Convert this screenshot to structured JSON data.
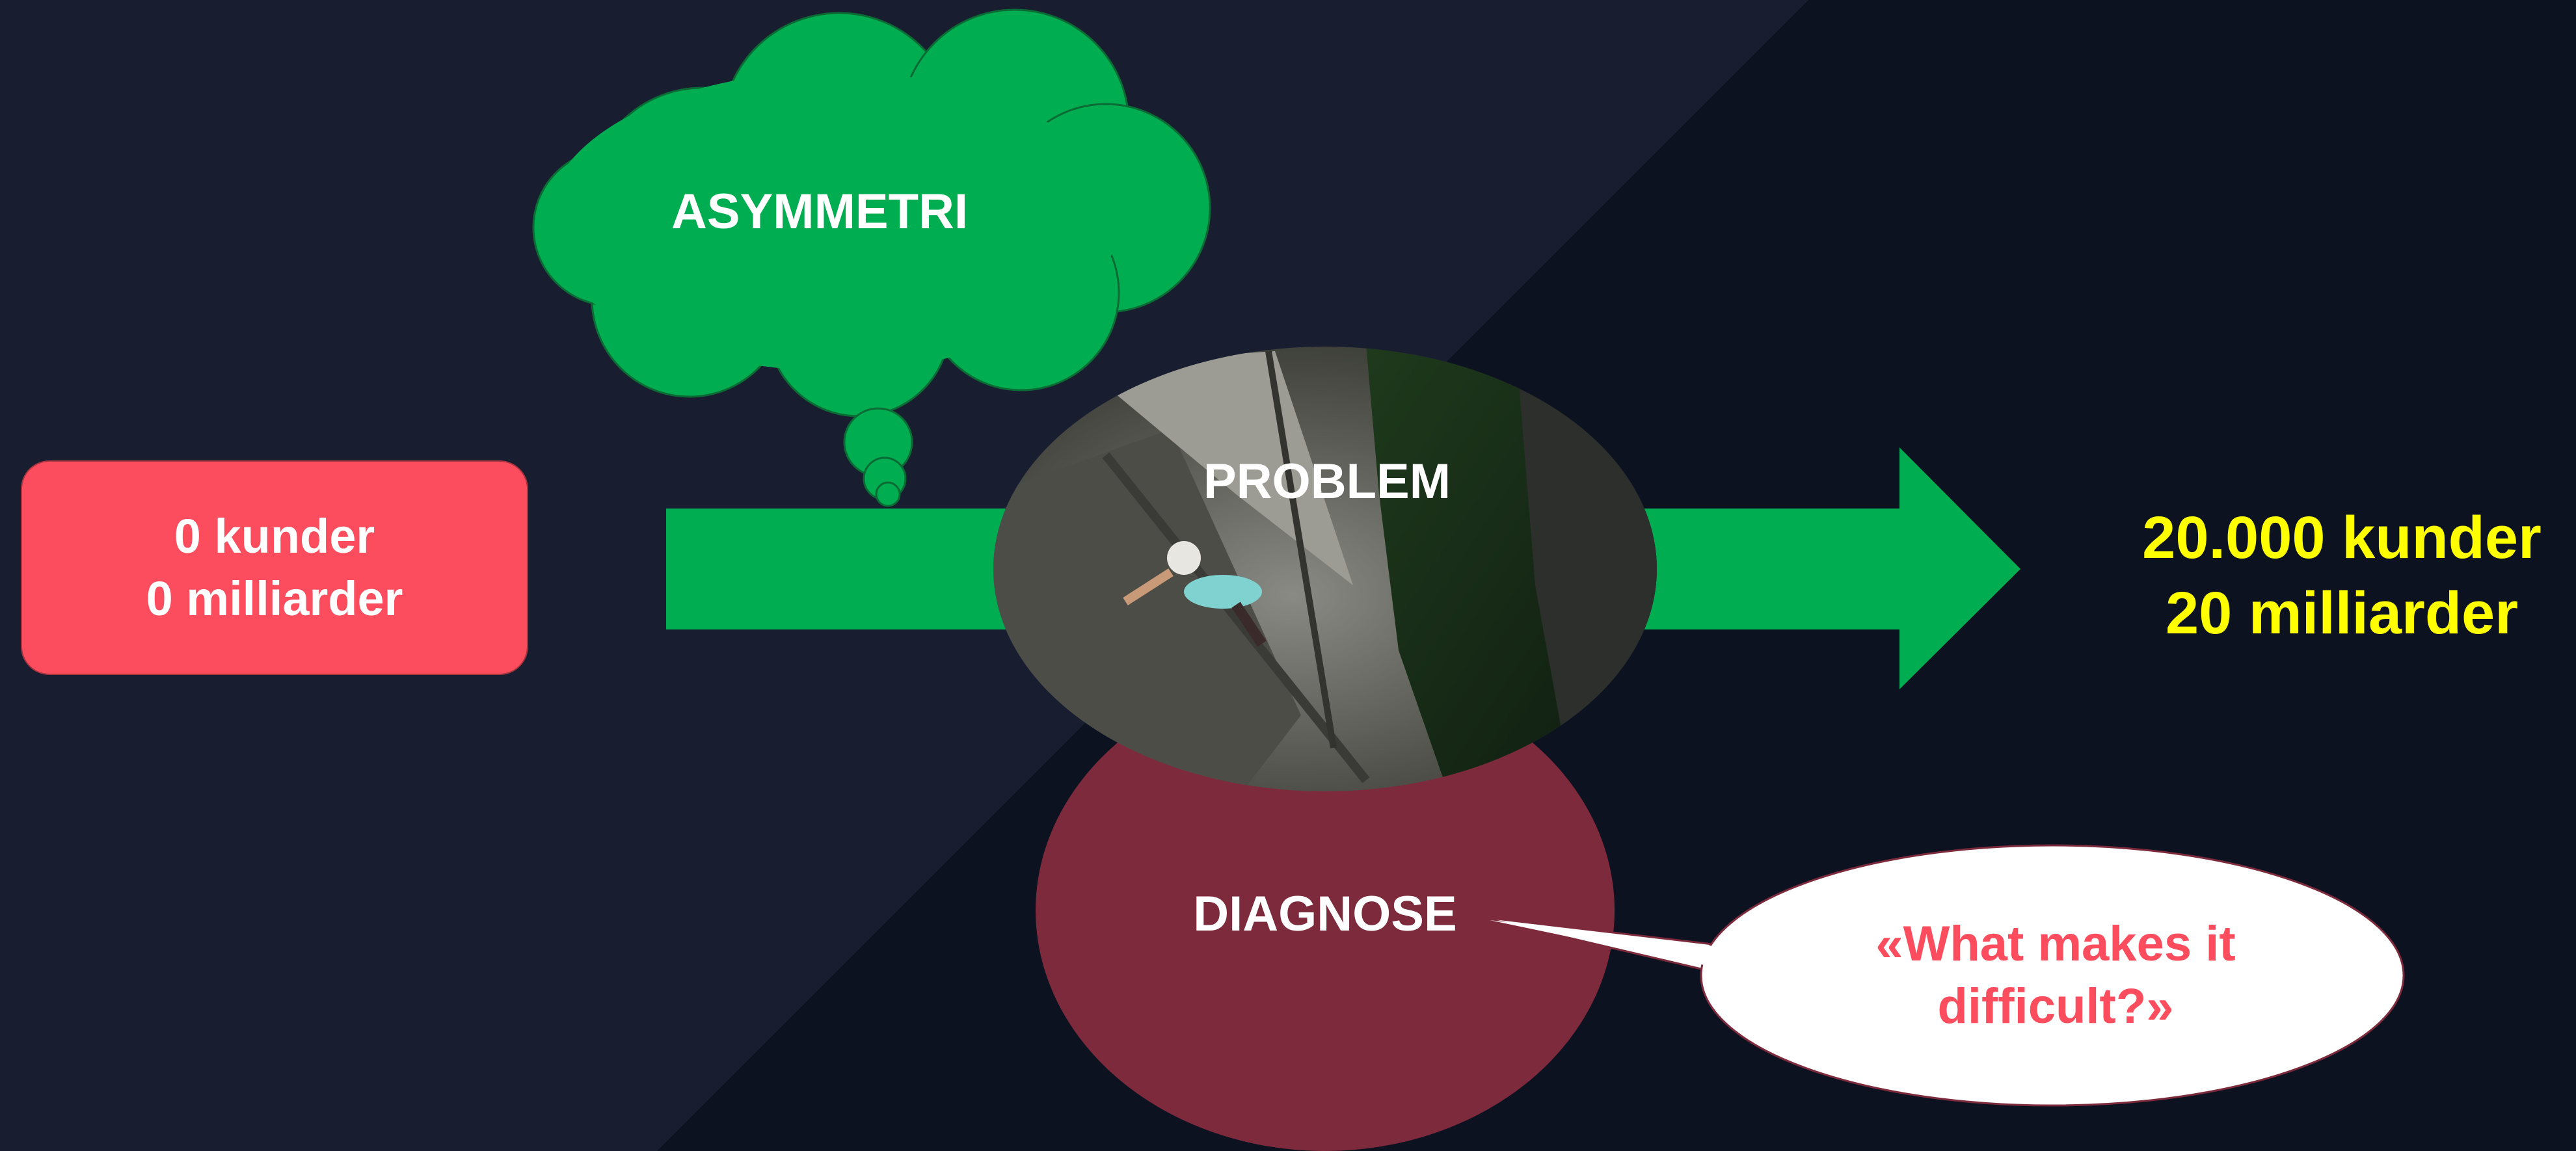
{
  "colors": {
    "background_left": "#181e2f",
    "background_right": "#0c1220",
    "arrow": "#00ad50",
    "cloud": "#00ad50",
    "start_box": "#fb4d5e",
    "goal_text": "#ffff00",
    "diagnose_circle": "#7d2a3c",
    "quote_text": "#fb4d5e",
    "quote_bubble": "#ffffff"
  },
  "start": {
    "line1": "0 kunder",
    "line2": "0 milliarder"
  },
  "cloud": {
    "label": "ASYMMETRI"
  },
  "problem": {
    "label": "PROBLEM",
    "image": "rock-climber-photo"
  },
  "goal": {
    "line1": "20.000 kunder",
    "line2": "20 milliarder"
  },
  "diagnose": {
    "label": "DIAGNOSE"
  },
  "quote": {
    "line1": "«What makes it",
    "line2": "difficult?»"
  }
}
